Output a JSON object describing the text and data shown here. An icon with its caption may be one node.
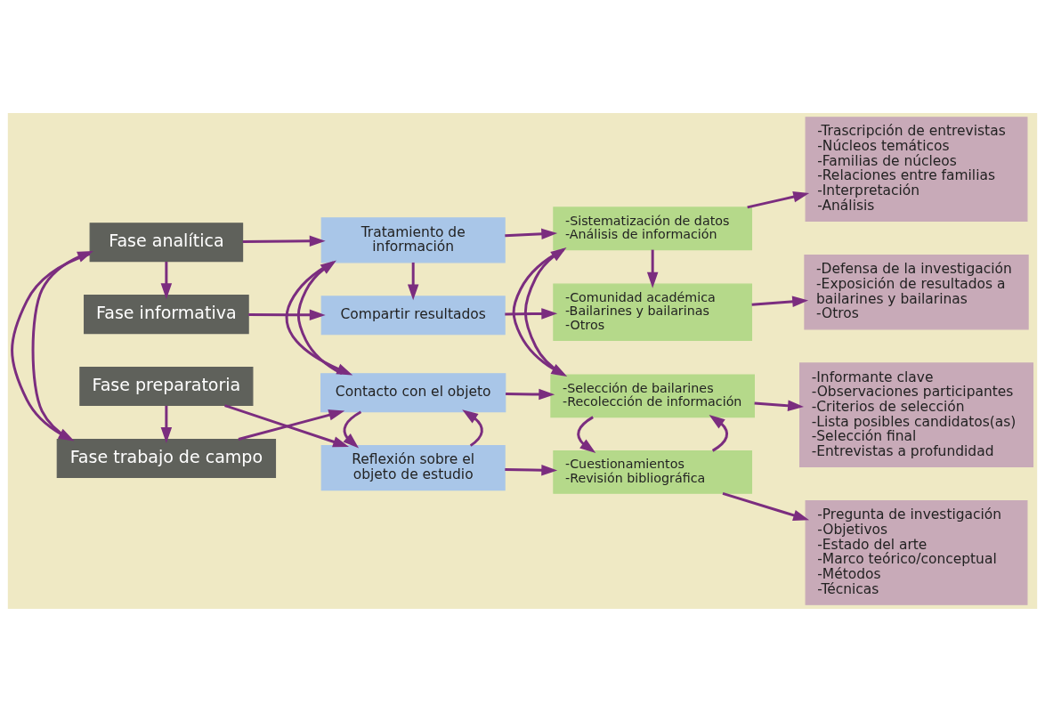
{
  "diagram": {
    "nodes": [
      {
        "text": [
          "Fase preparatoria"
        ]
      },
      {
        "text": [
          "Reflexión sobre el objeto de estudio"
        ]
      },
      {
        "text": [
          "-Cuestionamientos",
          "-Revisión bibliográfica"
        ]
      },
      {
        "text": [
          "-Pregunta de investigación",
          "-Objetivos",
          "-Estado del arte",
          "-Marco teórico/conceptual",
          "-Métodos",
          "-Técnicas"
        ]
      },
      {
        "text": [
          "Fase trabajo de campo"
        ]
      },
      {
        "text": [
          "Contacto con el objeto"
        ]
      },
      {
        "text": [
          "-Selección de bailarines",
          "-Recolección de información"
        ]
      },
      {
        "text": [
          "-Informante clave",
          "-Observaciones participantes",
          "-Criterios de selección",
          "-Lista posibles candidatos(as)",
          "-Selección final",
          "-Entrevistas a profundidad"
        ]
      },
      {
        "text": [
          "Fase analítica"
        ]
      },
      {
        "text": [
          "Tratamiento de información"
        ]
      },
      {
        "text": [
          "-Sistematización de datos",
          "-Análisis de información"
        ]
      },
      {
        "text": [
          "-Trascripción de entrevistas",
          "-Núcleos temáticos",
          "-Familias de núcleos",
          "-Relaciones entre familias",
          "-Interpretación",
          "-Análisis"
        ]
      },
      {
        "text": [
          "Fase informativa"
        ]
      },
      {
        "text": [
          "Compartir resultados"
        ]
      },
      {
        "text": [
          "-Comunidad académica",
          "-Bailarines y bailarinas",
          "-Otros"
        ]
      },
      {
        "text": [
          "-Defensa de la investigación",
          "-Exposición de resultados a bailarines y bailarinas",
          "-Otros"
        ]
      }
    ],
    "edges": [
      {
        "from": 0,
        "to": 1,
        "arrow": "to"
      },
      {
        "from": 1,
        "to": 2,
        "arrow": "to"
      },
      {
        "from": 2,
        "to": 3,
        "arrow": "to"
      },
      {
        "from": 4,
        "to": 5,
        "arrow": "to"
      },
      {
        "from": 5,
        "to": 6,
        "arrow": "to"
      },
      {
        "from": 6,
        "to": 7,
        "arrow": "to"
      },
      {
        "from": 8,
        "to": 9,
        "arrow": "to"
      },
      {
        "from": 9,
        "to": 10,
        "arrow": "to"
      },
      {
        "from": 10,
        "to": 11,
        "arrow": "to"
      },
      {
        "from": 12,
        "to": 13,
        "arrow": "to"
      },
      {
        "from": 13,
        "to": 14,
        "arrow": "to"
      },
      {
        "from": 14,
        "to": 15,
        "arrow": "to"
      },
      {
        "from": 0,
        "to": 4,
        "arrow": "to"
      },
      {
        "from": 1,
        "to": 5,
        "arrow": "to"
      },
      {
        "from": 5,
        "to": 1,
        "arrow": "to"
      },
      {
        "from": 2,
        "to": 6,
        "arrow": "to"
      },
      {
        "from": 6,
        "to": 2,
        "arrow": "to"
      },
      {
        "from": 4,
        "to": 8,
        "arrow": "to"
      },
      {
        "from": 8,
        "to": 4,
        "arrow": "to"
      },
      {
        "from": 5,
        "to": 9,
        "arrow": "to"
      },
      {
        "from": 9,
        "to": 5,
        "arrow": "to"
      },
      {
        "from": 6,
        "to": 10,
        "arrow": "to"
      },
      {
        "from": 10,
        "to": 6,
        "arrow": "to"
      },
      {
        "from": 8,
        "to": 12,
        "arrow": "to"
      },
      {
        "from": 9,
        "to": 13,
        "arrow": "to"
      },
      {
        "from": 10,
        "to": 14,
        "arrow": "to"
      }
    ]
  }
}
